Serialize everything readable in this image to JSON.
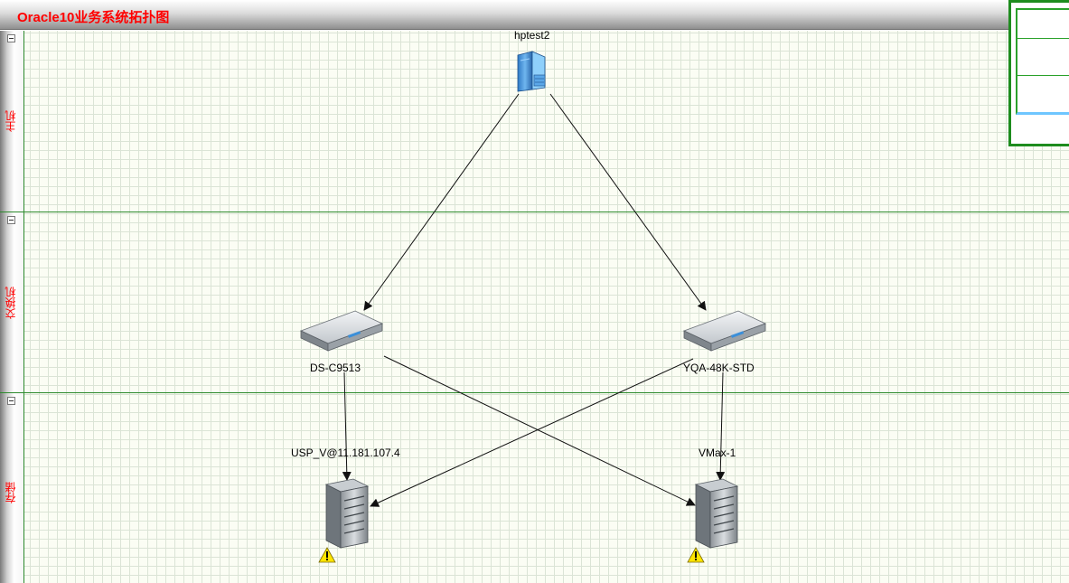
{
  "window": {
    "title": "Oracle10业务系统拓扑图"
  },
  "lanes": [
    {
      "label": "主机"
    },
    {
      "label": "交换机"
    },
    {
      "label": "存储"
    }
  ],
  "nodes": {
    "host": {
      "label": "hptest2",
      "type": "server-icon"
    },
    "switch_left": {
      "label": "DS-C9513",
      "type": "switch-icon"
    },
    "switch_right": {
      "label": "YQA-48K-STD",
      "type": "switch-icon"
    },
    "storage_left": {
      "label": "USP_V@11.181.107.4",
      "type": "storage-icon",
      "status": "warning"
    },
    "storage_right": {
      "label": "VMax-1",
      "type": "storage-icon",
      "status": "warning"
    }
  },
  "edges": [
    {
      "from": "hptest2",
      "to": "DS-C9513"
    },
    {
      "from": "hptest2",
      "to": "YQA-48K-STD"
    },
    {
      "from": "DS-C9513",
      "to": "USP_V@11.181.107.4"
    },
    {
      "from": "DS-C9513",
      "to": "VMax-1"
    },
    {
      "from": "YQA-48K-STD",
      "to": "USP_V@11.181.107.4"
    },
    {
      "from": "YQA-48K-STD",
      "to": "VMax-1"
    }
  ],
  "colors": {
    "title": "#ff0000",
    "lane_label": "#ff0000",
    "lane_border": "#2e8b2e",
    "warning": "#ffe500"
  }
}
